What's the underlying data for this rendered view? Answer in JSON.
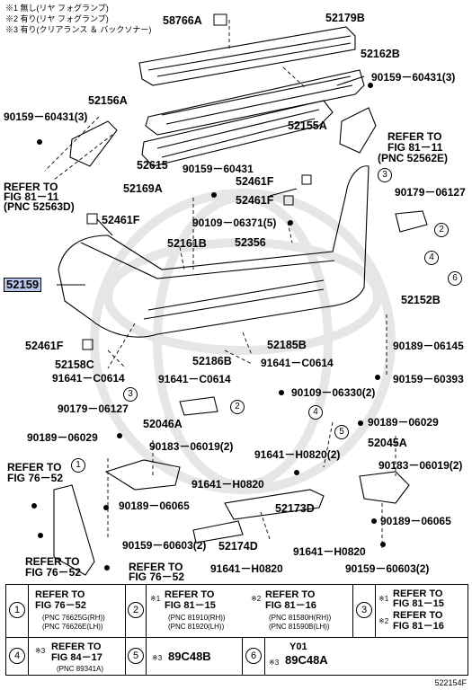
{
  "notes": [
    "※1 無し(リヤ フォグランプ)",
    "※2 有り(リヤ フォグランプ)",
    "※3 有り(クリアランス ＆ バックソナー)"
  ],
  "parts": {
    "p58766A": "58766A",
    "p52179B": "52179B",
    "p52162B": "52162B",
    "p90159_60431_3_top": "90159－60431(3)",
    "p52156A": "52156A",
    "p90159_60431_3_left": "90159－60431(3)",
    "p52155A": "52155A",
    "p52615": "52615",
    "p90159_60431": "90159－60431",
    "p52169A": "52169A",
    "p52461F_a": "52461F",
    "p52461F_b": "52461F",
    "p52461F_c": "52461F",
    "p52461F_d": "52461F",
    "p90179_06127_a": "90179－06127",
    "p90109_06371_5": "90109－06371(5)",
    "p52161B": "52161B",
    "p52356": "52356",
    "p52159": "52159",
    "p52152B": "52152B",
    "p90189_06145": "90189－06145",
    "p52185B": "52185B",
    "p52158C": "52158C",
    "p52186B": "52186B",
    "p91641_C0614_a": "91641－C0614",
    "p91641_C0614_b": "91641－C0614",
    "p91641_C0614_c": "91641－C0614",
    "p90159_60393": "90159－60393",
    "p90109_06330_2": "90109－06330(2)",
    "p90179_06127_b": "90179－06127",
    "p52046A": "52046A",
    "p90189_06029_a": "90189－06029",
    "p90189_06029_b": "90189－06029",
    "p90183_06019_2_a": "90183－06019(2)",
    "p90183_06019_2_b": "90183－06019(2)",
    "p52045A": "52045A",
    "p91641_H0820_2": "91641－H0820(2)",
    "p91641_H0820_a": "91641－H0820",
    "p91641_H0820_b": "91641－H0820",
    "p91641_H0820_c": "91641－H0820",
    "p90189_06065_a": "90189－06065",
    "p90189_06065_b": "90189－06065",
    "p52173D": "52173D",
    "p52174D": "52174D",
    "p90159_60603_2_a": "90159－60603(2)",
    "p90159_60603_2_b": "90159－60603(2)"
  },
  "refers": {
    "fig81_11_right": [
      "REFER TO",
      "FIG 81－11",
      "(PNC 52562E)"
    ],
    "fig81_11_left": [
      "REFER TO",
      "FIG 81－11",
      "(PNC 52563D)"
    ],
    "fig76_52_a": [
      "REFER TO",
      "FIG 76－52"
    ],
    "fig76_52_b": [
      "REFER TO",
      "FIG 76－52"
    ],
    "fig76_52_c": [
      "REFER TO",
      "FIG 76－52"
    ]
  },
  "callouts": [
    "1",
    "2",
    "3",
    "4",
    "5",
    "6"
  ],
  "legend": {
    "c1": {
      "num": "1",
      "title": [
        "REFER TO",
        "FIG 76－52"
      ],
      "sub": [
        "(PNC 76625G(RH))",
        "(PNC 76626E(LH))"
      ]
    },
    "c2": {
      "num": "2",
      "a": {
        "mark": "※1",
        "title": [
          "REFER TO",
          "FIG 81－15"
        ],
        "sub": [
          "(PNC 81910(RH))",
          "(PNC 81920(LH))"
        ]
      },
      "b": {
        "mark": "※2",
        "title": [
          "REFER TO",
          "FIG 81－16"
        ],
        "sub": [
          "(PNC 81580H(RH))",
          "(PNC 81590B(LH))"
        ]
      }
    },
    "c3": {
      "num": "3",
      "a": {
        "mark": "※1",
        "title": [
          "REFER TO",
          "FIG 81－15"
        ]
      },
      "b": {
        "mark": "※2",
        "title": [
          "REFER TO",
          "FIG 81－16"
        ]
      }
    },
    "c4": {
      "num": "4",
      "mark": "※3",
      "title": [
        "REFER TO",
        "FIG 84－17"
      ],
      "sub": [
        "(PNC 89341A)"
      ]
    },
    "c5": {
      "num": "5",
      "mark": "※3",
      "value": "89C48B"
    },
    "c6": {
      "num": "6",
      "top": "Y01",
      "mark": "※3",
      "value": "89C48A"
    }
  },
  "figure_code": "522154F"
}
